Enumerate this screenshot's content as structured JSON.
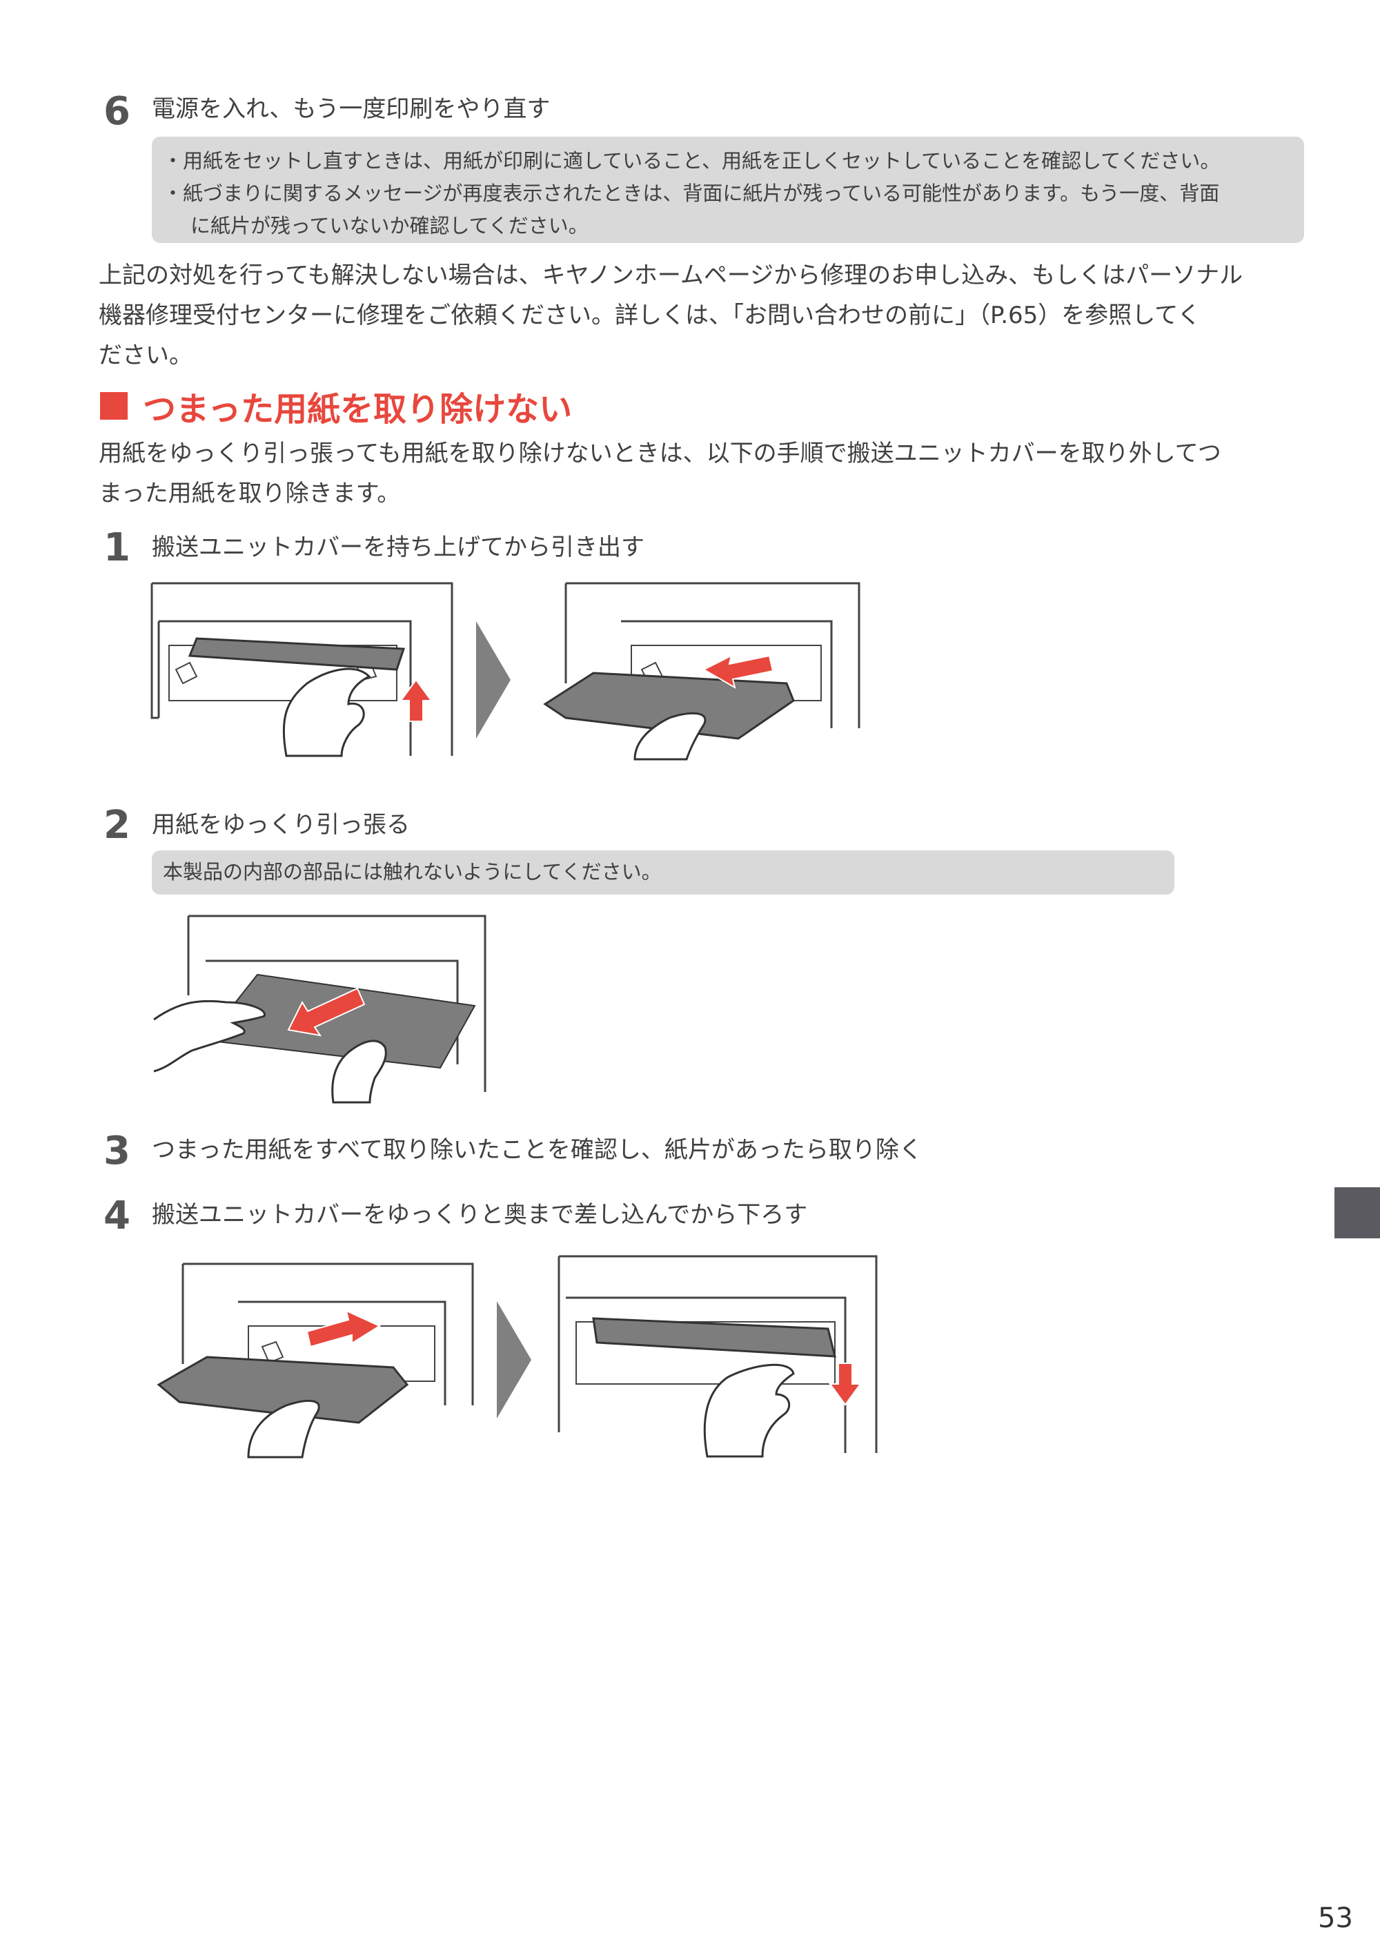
{
  "step6": {
    "number": "6",
    "text": "電源を入れ、もう一度印刷をやり直す",
    "notes": [
      "・用紙をセットし直すときは、用紙が印刷に適していること、用紙を正しくセットしていることを確認してください。",
      "・紙づまりに関するメッセージが再度表示されたときは、背面に紙片が残っている可能性があります。もう一度、背面",
      "に紙片が残っていないか確認してください。"
    ]
  },
  "paragraph1": {
    "lines": [
      "上記の対処を行っても解決しない場合は、キヤノンホームページから修理のお申し込み、もしくはパーソナル",
      "機器修理受付センターに修理をご依頼ください。詳しくは、「お問い合わせの前に」（P.65）を参照してく",
      "ださい。"
    ]
  },
  "section": {
    "title": "つまった用紙を取り除けない",
    "accent_color": "#e8473d",
    "intro_lines": [
      "用紙をゆっくり引っ張っても用紙を取り除けないときは、以下の手順で搬送ユニットカバーを取り外してつ",
      "まった用紙を取り除きます。"
    ]
  },
  "steps": [
    {
      "number": "1",
      "text": "搬送ユニットカバーを持ち上げてから引き出す"
    },
    {
      "number": "2",
      "text": "用紙をゆっくり引っ張る",
      "note": "本製品の内部の部品には触れないようにしてください。"
    },
    {
      "number": "3",
      "text": "つまった用紙をすべて取り除いたことを確認し、紙片があったら取り除く"
    },
    {
      "number": "4",
      "text": "搬送ユニットカバーをゆっくりと奥まで差し込んでから下ろす"
    }
  ],
  "page": {
    "number": "53"
  },
  "colors": {
    "arrow": "#e8473d",
    "note_bg": "#d9d9d9",
    "cover_gray": "#7d7d7d",
    "side_tab": "#5a5a60"
  }
}
